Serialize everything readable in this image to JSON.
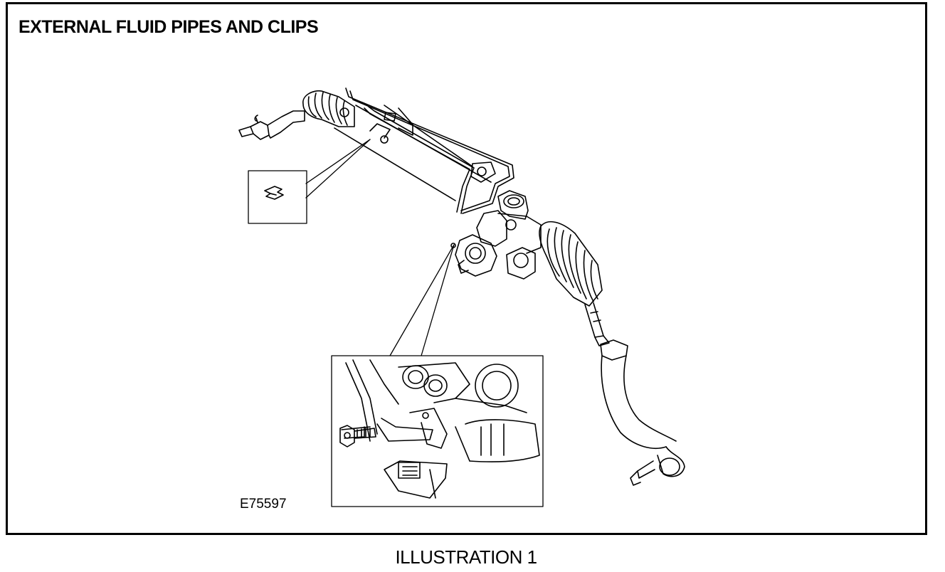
{
  "title": "EXTERNAL FLUID PIPES AND CLIPS",
  "figure_ref": "E75597",
  "caption": "ILLUSTRATION 1",
  "diagram": {
    "subject": "steering-rack-assembly",
    "insets": [
      "pipe-clip-detail",
      "pipe-bolt-detail"
    ]
  }
}
